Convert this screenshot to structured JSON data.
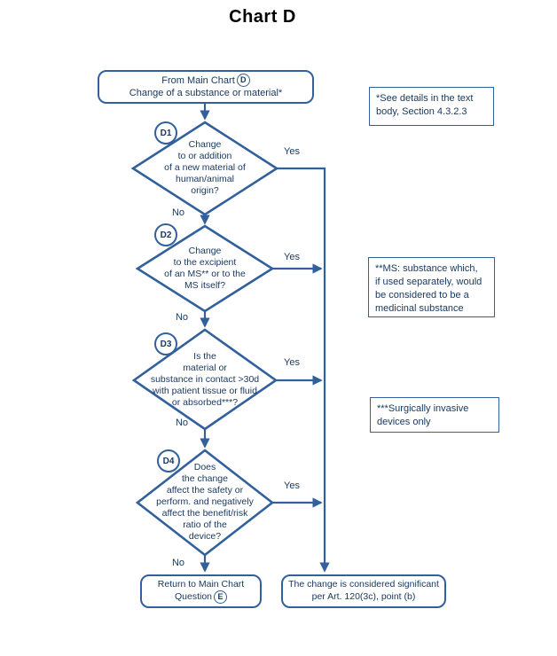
{
  "title": "Chart D",
  "colors": {
    "shape_border": "#31609c",
    "text": "#17375e",
    "title": "#000000",
    "background": "#ffffff"
  },
  "start_node": {
    "line1": "From Main Chart",
    "badge": "D",
    "line2": "Change of a substance or material*"
  },
  "decisions": [
    {
      "id": "D1",
      "question": "Change\nto or addition\nof a new material of\nhuman/animal\norigin?",
      "yes_label": "Yes",
      "no_label": "No"
    },
    {
      "id": "D2",
      "question": "Change\nto the excipient\nof an MS** or to the\nMS itself?",
      "yes_label": "Yes",
      "no_label": "No"
    },
    {
      "id": "D3",
      "question": "Is the\nmaterial or\nsubstance in contact >30d\nwith patient tissue or fluid\nor absorbed***?",
      "yes_label": "Yes",
      "no_label": "No"
    },
    {
      "id": "D4",
      "question": "Does\nthe change\naffect the safety or\nperform. and negatively\naffect the benefit/risk\nratio of the\ndevice?",
      "yes_label": "Yes",
      "no_label": "No"
    }
  ],
  "end_nodes": {
    "return_node": {
      "line1": "Return to Main Chart",
      "line2_prefix": "Question",
      "badge": "E"
    },
    "significant_node": {
      "line1": "The change is considered significant",
      "line2": "per Art. 120(3c), point (b)"
    }
  },
  "notes": [
    {
      "text": "*See details in the text\nbody, Section 4.3.2.3"
    },
    {
      "text": "**MS: substance which,\nif used separately, would\nbe considered to be a\nmedicinal substance"
    },
    {
      "text": "***Surgically invasive\ndevices only"
    }
  ]
}
